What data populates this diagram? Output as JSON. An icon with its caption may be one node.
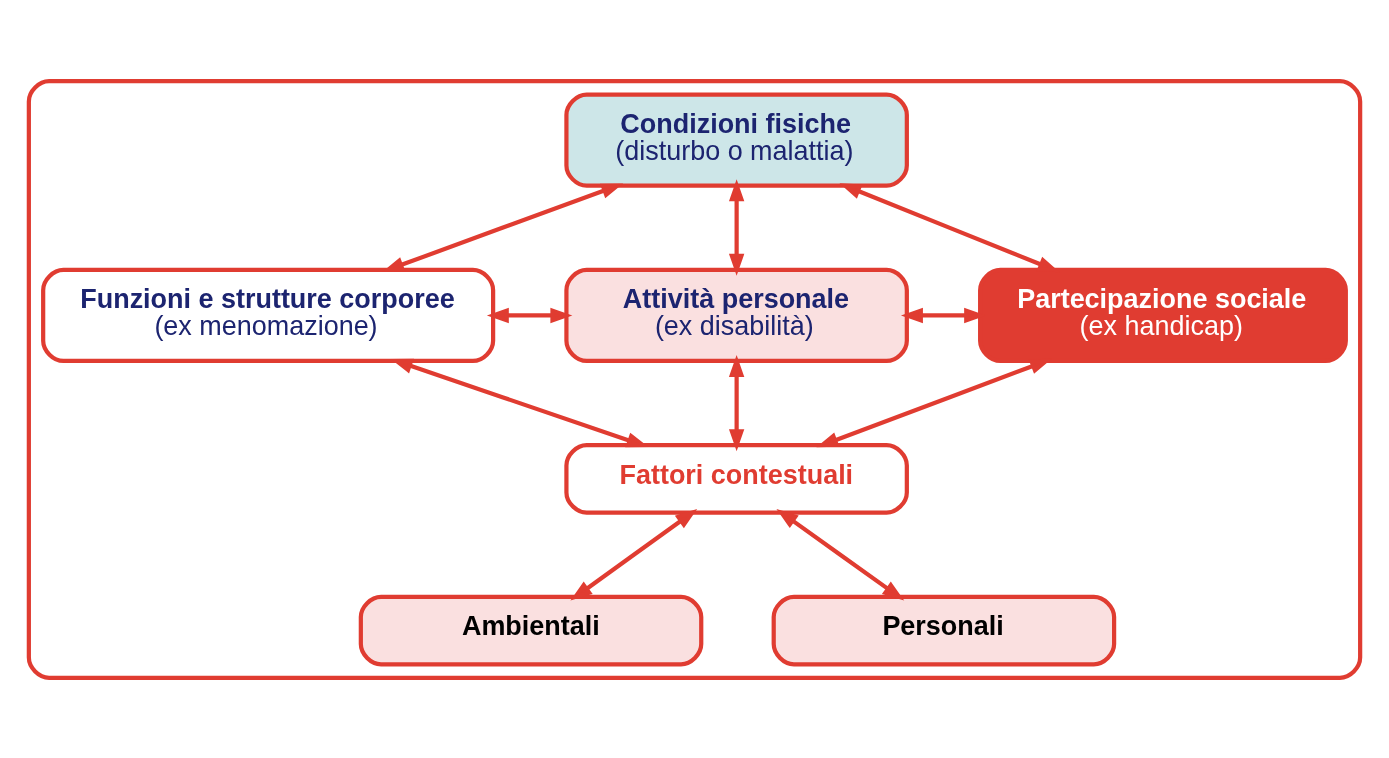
{
  "diagram": {
    "nodes": [
      {
        "text": [],
        "shape": "box"
      },
      {
        "text": [
          "Condizioni fisiche",
          "(disturbo o malattia)"
        ],
        "in": 0
      },
      {
        "text": [
          "Funzioni e strutture corporee",
          "(ex menomazione)"
        ],
        "in": 0
      },
      {
        "text": [
          "Attività personale",
          "(ex disabilità)"
        ],
        "in": 0
      },
      {
        "text": [
          "Partecipazione sociale",
          "(ex handicap)"
        ],
        "in": 0
      },
      {
        "text": [
          "Fattori contestuali"
        ],
        "in": 0
      },
      {
        "text": [
          "Ambientali"
        ],
        "in": 0
      },
      {
        "text": [
          "Personali"
        ],
        "in": 0
      }
    ],
    "edges": [
      {
        "from": 1,
        "to": 3,
        "arrow": "both"
      },
      {
        "from": 1,
        "to": 2,
        "arrow": "both"
      },
      {
        "from": 1,
        "to": 4,
        "arrow": "both"
      },
      {
        "from": 2,
        "to": 3,
        "arrow": "both"
      },
      {
        "from": 3,
        "to": 4,
        "arrow": "both"
      },
      {
        "from": 5,
        "to": 3,
        "arrow": "both"
      },
      {
        "from": 5,
        "to": 2,
        "arrow": "both"
      },
      {
        "from": 5,
        "to": 4,
        "arrow": "both"
      },
      {
        "from": 5,
        "to": 6,
        "arrow": "both"
      },
      {
        "from": 5,
        "to": 7,
        "arrow": "both"
      }
    ]
  }
}
